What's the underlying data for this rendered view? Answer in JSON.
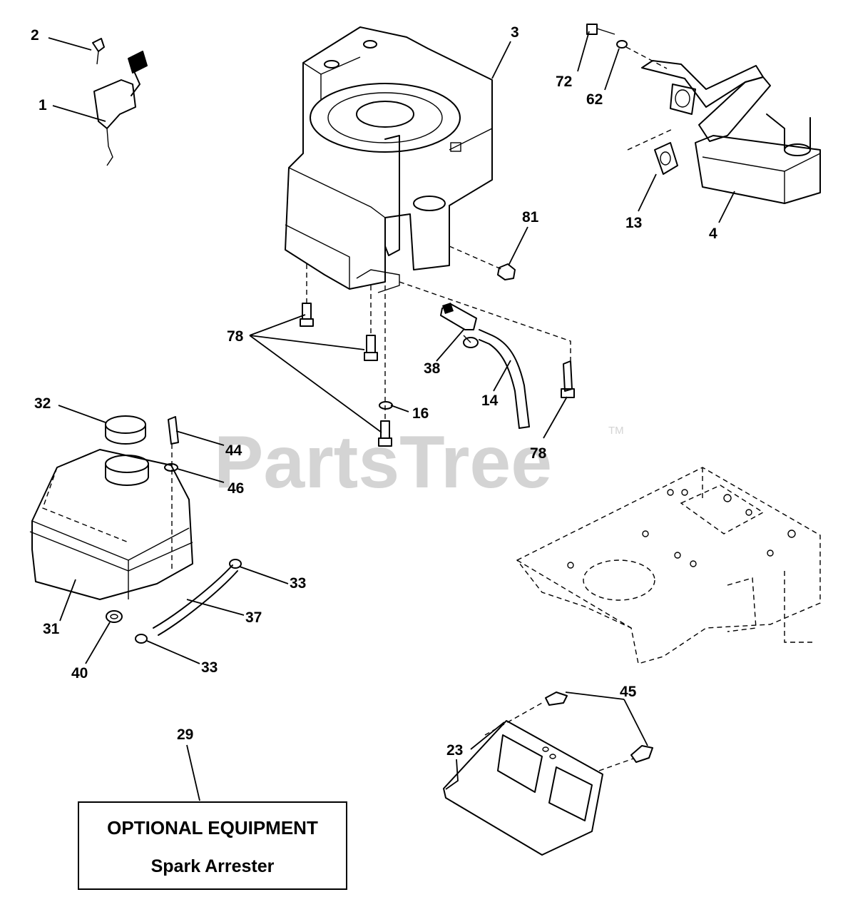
{
  "watermark": {
    "text": "PartsTree",
    "trademark": "TM"
  },
  "callouts": {
    "c1": "1",
    "c2": "2",
    "c3": "3",
    "c4": "4",
    "c13": "13",
    "c14": "14",
    "c16": "16",
    "c23": "23",
    "c29": "29",
    "c31": "31",
    "c32": "32",
    "c33a": "33",
    "c33b": "33",
    "c37": "37",
    "c38": "38",
    "c40": "40",
    "c44": "44",
    "c45": "45",
    "c46": "46",
    "c62": "62",
    "c72": "72",
    "c78a": "78",
    "c78b": "78",
    "c81": "81"
  },
  "optional_box": {
    "line1": "OPTIONAL EQUIPMENT",
    "line2": "Spark Arrester"
  }
}
